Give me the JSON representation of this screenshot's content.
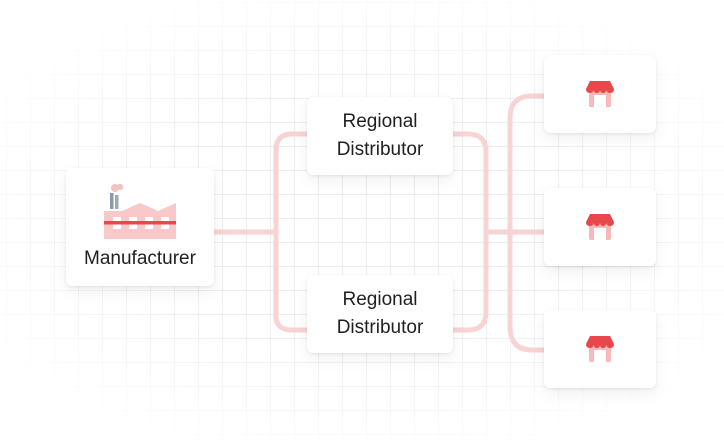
{
  "diagram": {
    "manufacturer": {
      "label": "Manufacturer",
      "icon": "factory-icon"
    },
    "distributors": [
      {
        "label": "Regional Distributor"
      },
      {
        "label": "Regional Distributor"
      }
    ],
    "stores": [
      {
        "icon": "storefront-icon"
      },
      {
        "icon": "storefront-icon"
      },
      {
        "icon": "storefront-icon"
      }
    ]
  },
  "colors": {
    "connector": "#f8d3d3",
    "accent": "#e8474c",
    "accent_light": "#f7b9b9",
    "factory_body": "#f9c9c9",
    "chimney": "#8a9bb0",
    "smoke": "#f3c3c3",
    "card_background": "#ffffff",
    "text": "#1f1f1f"
  }
}
